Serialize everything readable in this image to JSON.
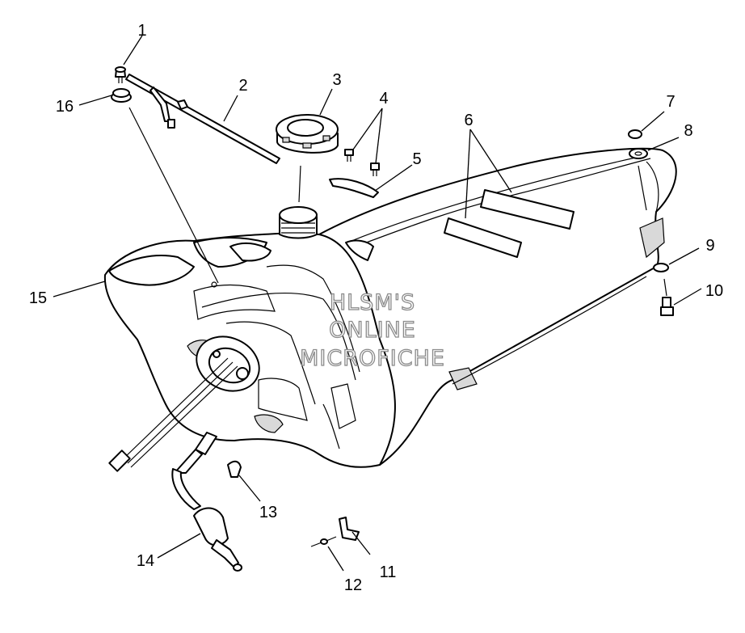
{
  "watermark": [
    "HLSM'S",
    "ONLINE",
    "MICROFICHE"
  ],
  "callouts": [
    "1",
    "2",
    "3",
    "4",
    "5",
    "6",
    "7",
    "8",
    "9",
    "10",
    "11",
    "12",
    "13",
    "14",
    "15",
    "16"
  ]
}
